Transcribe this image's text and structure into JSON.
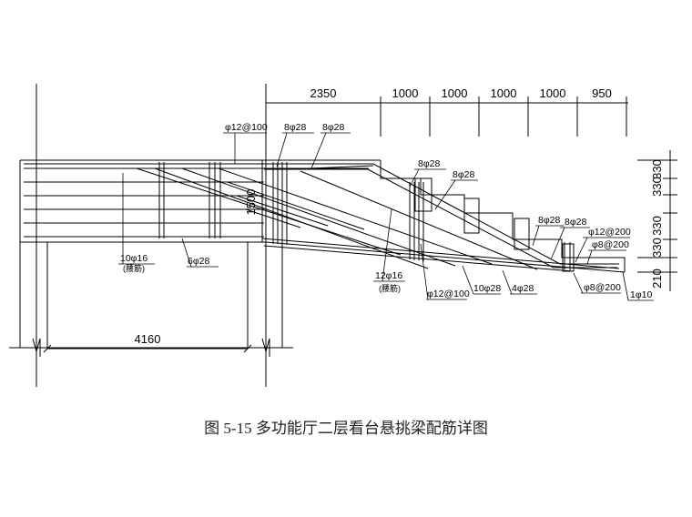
{
  "dimensions": {
    "top": [
      "2350",
      "1000",
      "1000",
      "1000",
      "1000",
      "950"
    ],
    "right": [
      "330",
      "330",
      "330",
      "330",
      "210"
    ],
    "height": "1500",
    "span": "4160"
  },
  "labels": {
    "stirrup_left": "φ12@100",
    "bar_top_a": "8φ28",
    "bar_top_b": "8φ28",
    "bar_mid_a": "8φ28",
    "bar_mid_b": "8φ28",
    "bar_right_a": "8φ28",
    "bar_right_b": "8φ28",
    "stirrup_right_a": "φ12@200",
    "stirrup_right_b": "φ8@200",
    "waist_left": "10φ16",
    "waist_left_note": "(腰筋)",
    "bottom_left": "6φ28",
    "waist_mid": "12φ16",
    "waist_mid_note": "(腰筋)",
    "stirrup_mid": "φ12@100",
    "bottom_mid": "10φ28",
    "bottom_right": "4φ28",
    "stirrup_tip": "φ8@200",
    "tip_bar": "1φ10"
  },
  "caption": "图 5-15 多功能厅二层看台悬挑梁配筋详图"
}
